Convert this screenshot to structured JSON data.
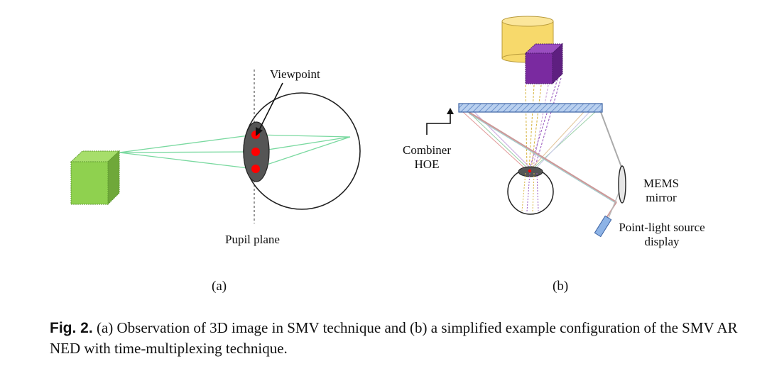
{
  "panel_a": {
    "viewpoint_label": "Viewpoint",
    "pupil_plane_label": "Pupil plane",
    "sublabel": "(a)"
  },
  "panel_b": {
    "combiner_label_line1": "Combiner",
    "combiner_label_line2": "HOE",
    "mems_label_line1": "MEMS",
    "mems_label_line2": "mirror",
    "source_label_line1": "Point-light source",
    "source_label_line2": "display",
    "sublabel": "(b)"
  },
  "caption": {
    "figure_number": "Fig. 2.",
    "text": "(a) Observation of 3D image in SMV technique and (b) a simplified example configuration of the SMV AR NED with time-multiplexing technique."
  },
  "colors": {
    "green_cube": "#8fd14f",
    "green_cube_side": "#6fa83a",
    "green_ray": "#7ad9a0",
    "pupil_fill": "#555555",
    "viewpoint_dot": "#ff0000",
    "yellow_cylinder": "#f7d96b",
    "purple_cube": "#7a2aa0",
    "hoe_fill": "#a9c4ea",
    "lens_fill": "#e6e6e6",
    "source_fill": "#8db3e6"
  }
}
